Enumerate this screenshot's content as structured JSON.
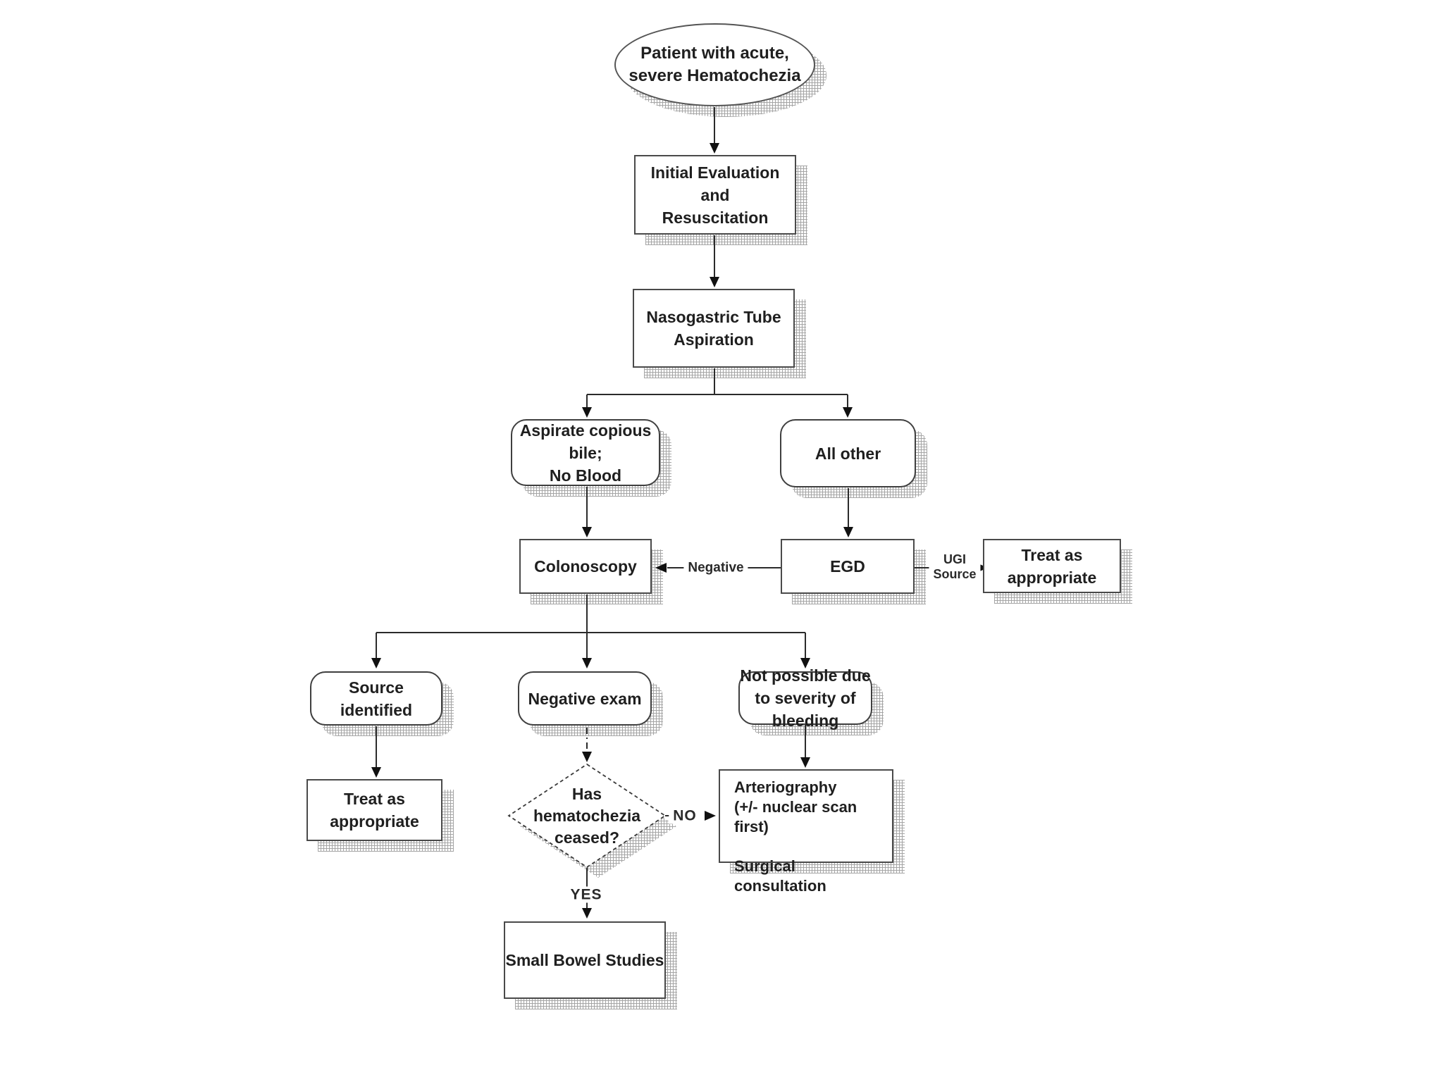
{
  "diagram": {
    "nodes": {
      "start": "Patient with acute,\nsevere Hematochezia",
      "initial_evaluation": "Initial Evaluation\nand\nResuscitation",
      "nasogastric": "Nasogastric Tube\nAspiration",
      "aspirate_bile": "Aspirate copious\nbile;\nNo Blood",
      "all_other": "All other",
      "colonoscopy": "Colonoscopy",
      "egd": "EGD",
      "treat_upper": "Treat as\nappropriate",
      "source_identified": "Source\nidentified",
      "negative_exam": "Negative exam",
      "not_possible": "Not possible due\nto severity of\nbleeding",
      "treat_lower": "Treat as\nappropriate",
      "hematochezia_ceased": "Has\nhematochezia\nceased?",
      "arteriography": "Arteriography\n(+/- nuclear scan first)\n\nSurgical consultation",
      "small_bowel": "Small Bowel Studies"
    },
    "edge_labels": {
      "negative": "Negative",
      "ugi_source": "UGI\nSource",
      "no": "NO",
      "yes": "YES"
    }
  }
}
